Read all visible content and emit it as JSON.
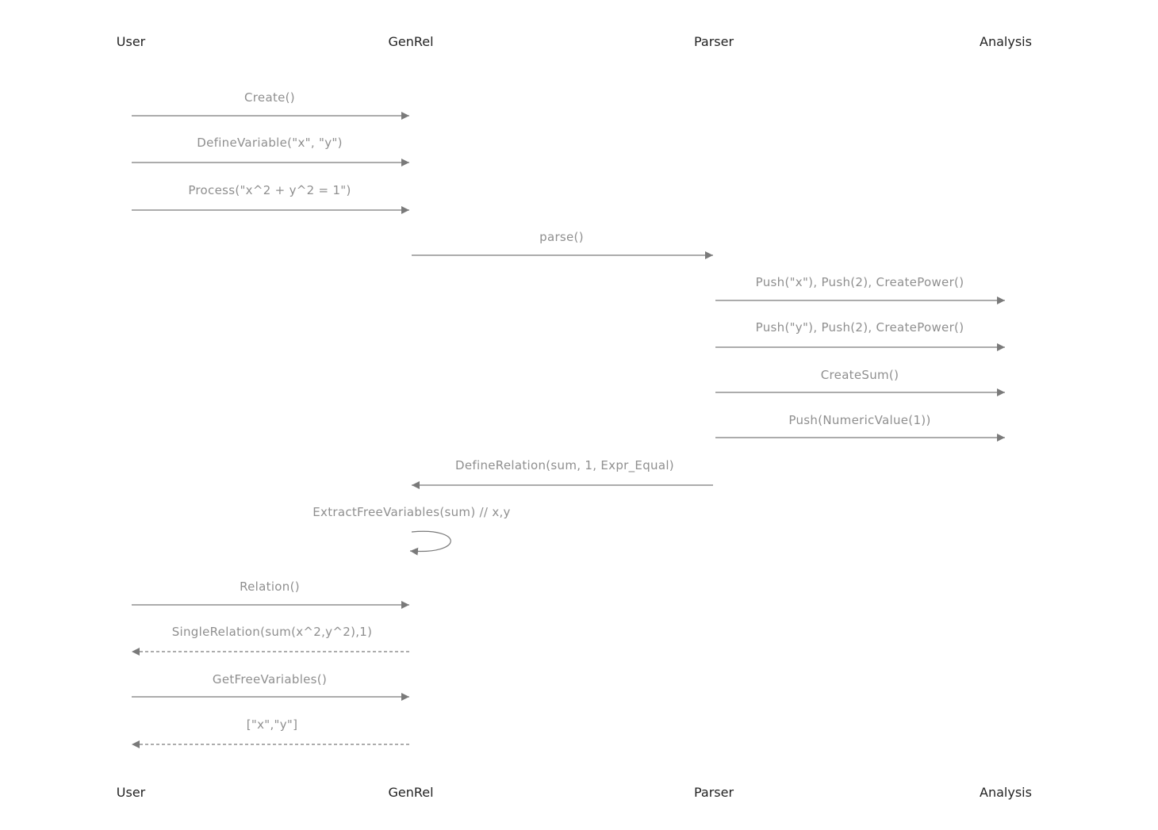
{
  "participants": [
    "User",
    "GenRel",
    "Parser",
    "Analysis"
  ],
  "messages": [
    {
      "from": "User",
      "to": "GenRel",
      "label": "Create()",
      "style": "solid"
    },
    {
      "from": "User",
      "to": "GenRel",
      "label": "DefineVariable(\"x\", \"y\")",
      "style": "solid"
    },
    {
      "from": "User",
      "to": "GenRel",
      "label": "Process(\"x^2 + y^2 = 1\")",
      "style": "solid"
    },
    {
      "from": "GenRel",
      "to": "Parser",
      "label": "parse()",
      "style": "solid"
    },
    {
      "from": "Parser",
      "to": "Analysis",
      "label": "Push(\"x\"), Push(2), CreatePower()",
      "style": "solid"
    },
    {
      "from": "Parser",
      "to": "Analysis",
      "label": "Push(\"y\"), Push(2), CreatePower()",
      "style": "solid"
    },
    {
      "from": "Parser",
      "to": "Analysis",
      "label": "CreateSum()",
      "style": "solid"
    },
    {
      "from": "Parser",
      "to": "Analysis",
      "label": "Push(NumericValue(1))",
      "style": "solid"
    },
    {
      "from": "Parser",
      "to": "GenRel",
      "label": "DefineRelation(sum, 1, Expr_Equal)",
      "style": "solid"
    },
    {
      "from": "GenRel",
      "to": "GenRel",
      "label": "ExtractFreeVariables(sum) // x,y",
      "style": "self"
    },
    {
      "from": "User",
      "to": "GenRel",
      "label": "Relation()",
      "style": "solid"
    },
    {
      "from": "GenRel",
      "to": "User",
      "label": "SingleRelation(sum(x^2,y^2),1)",
      "style": "dashed"
    },
    {
      "from": "User",
      "to": "GenRel",
      "label": "GetFreeVariables()",
      "style": "solid"
    },
    {
      "from": "GenRel",
      "to": "User",
      "label": "[\"x\",\"y\"]",
      "style": "dashed"
    }
  ]
}
